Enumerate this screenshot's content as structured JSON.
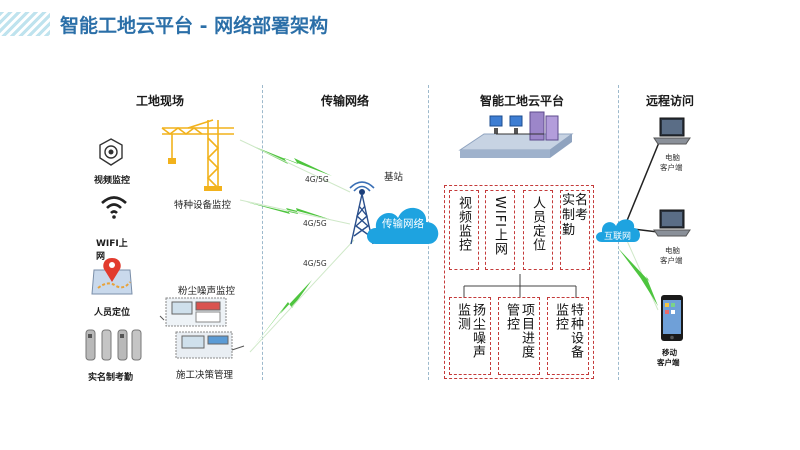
{
  "title": "智能工地云平台 - 网络部署架构",
  "columns": {
    "site": "工地现场",
    "transport": "传输网络",
    "cloud": "智能工地云平台",
    "remote": "远程访问"
  },
  "site": {
    "video": "视频监控",
    "wifi_line1": "WIFI上",
    "wifi_line2": "网",
    "personnel": "人员定位",
    "realname": "实名制考勤",
    "crane": "特种设备监控",
    "dust": "粉尘噪声监控",
    "decision": "施工决策管理"
  },
  "transport": {
    "link1": "4G/5G",
    "link2": "4G/5G",
    "link3": "4G/5G",
    "base_station": "基站",
    "network": "传输网络"
  },
  "cloud": {
    "top_modules": [
      "视频监控",
      "WIFI上网",
      "人员定位",
      "实名制考勤"
    ],
    "bottom_modules": [
      "扬尘噪声监测",
      "项目进度管控",
      "特种设备监控"
    ]
  },
  "remote": {
    "internet": "互联网",
    "pc1_line1": "电脑",
    "pc1_line2": "客户端",
    "pc2_line1": "电脑",
    "pc2_line2": "客户端",
    "mobile_line1": "移动",
    "mobile_line2": "客户端"
  },
  "colors": {
    "title": "#2b6fa8",
    "cloud_fill": "#1ea3e0",
    "dash_box": "#c43a3a",
    "crane": "#f2b21c",
    "lightning": "#3bbf2a"
  }
}
